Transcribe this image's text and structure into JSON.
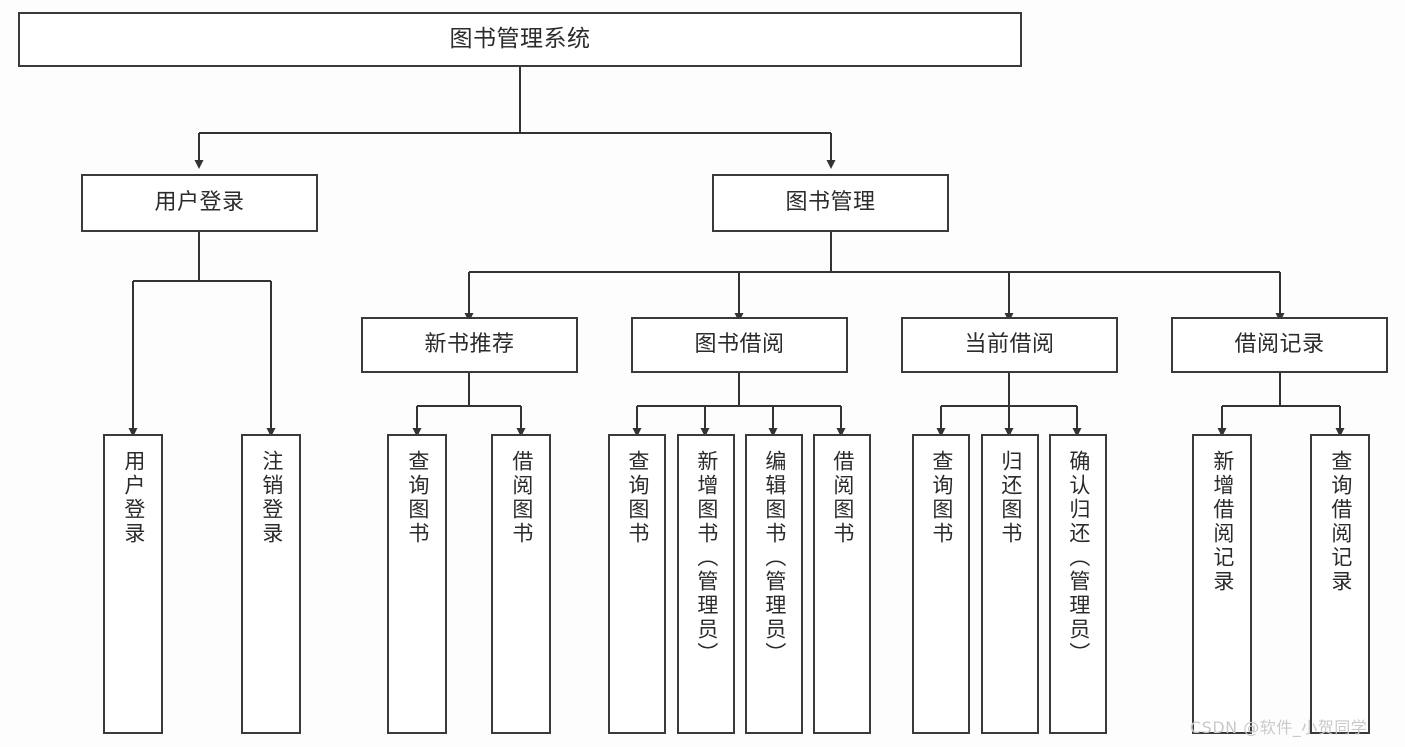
{
  "diagram": {
    "type": "tree-hierarchy-chart",
    "title": "图书管理系统",
    "orientation": "top-down",
    "colors": {
      "background": "#fdfdfd",
      "node_fill": "#ffffff",
      "node_border": "#3a3a3a",
      "edge": "#333333",
      "text": "#2b2b2b",
      "watermark": "#c9c9c9"
    }
  },
  "root": {
    "label": "图书管理系统"
  },
  "level2": [
    {
      "label": "用户登录"
    },
    {
      "label": "图书管理"
    }
  ],
  "level3": [
    {
      "label": "新书推荐"
    },
    {
      "label": "图书借阅"
    },
    {
      "label": "当前借阅"
    },
    {
      "label": "借阅记录"
    }
  ],
  "leaves": {
    "user_login": [
      {
        "label": "用户登录"
      },
      {
        "label": "注销登录"
      }
    ],
    "new_book_recommend": [
      {
        "label": "查询图书"
      },
      {
        "label": "借阅图书"
      }
    ],
    "book_borrow": [
      {
        "label": "查询图书"
      },
      {
        "label": "新增图书（管理员）"
      },
      {
        "label": "编辑图书（管理员）"
      },
      {
        "label": "借阅图书"
      }
    ],
    "current_borrow": [
      {
        "label": "查询图书"
      },
      {
        "label": "归还图书"
      },
      {
        "label": "确认归还（管理员）"
      }
    ],
    "borrow_record": [
      {
        "label": "新增借阅记录"
      },
      {
        "label": "查询借阅记录"
      }
    ]
  },
  "watermark": {
    "text": "CSDN @软件_小贺同学"
  }
}
